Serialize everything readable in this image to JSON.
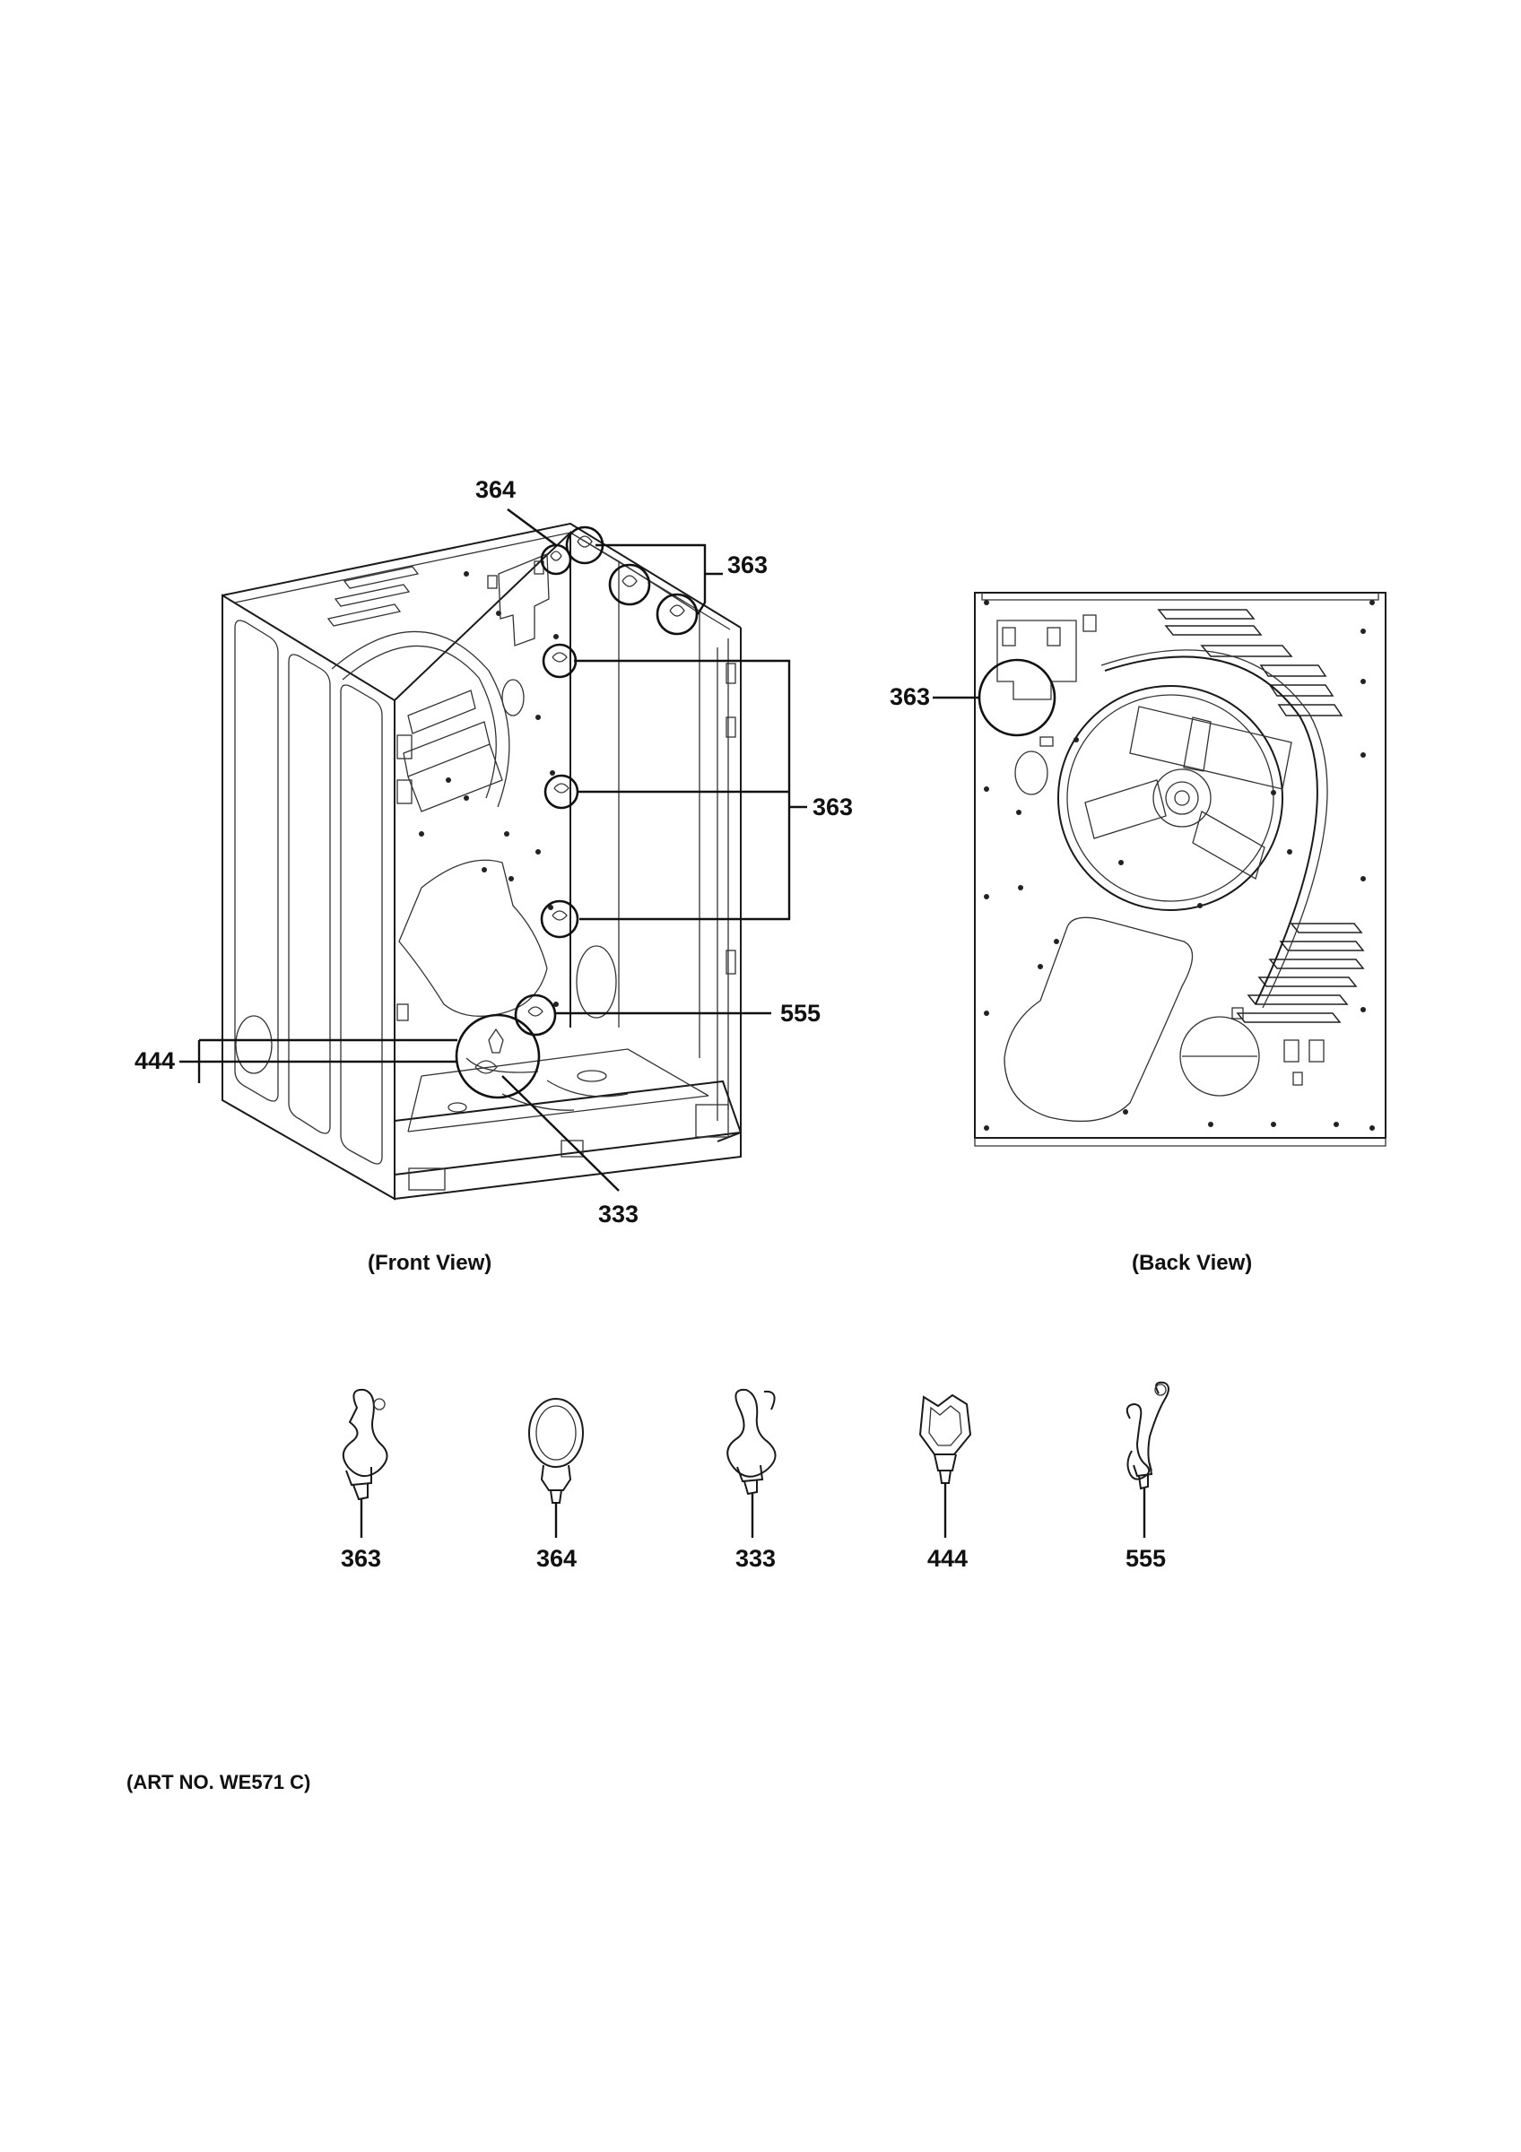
{
  "views": {
    "front_caption": "(Front View)",
    "back_caption": "(Back View)"
  },
  "callouts": {
    "front_364": "364",
    "front_363_top": "363",
    "front_363_mid": "363",
    "front_555": "555",
    "front_444": "444",
    "front_333": "333",
    "back_363": "363"
  },
  "parts": [
    {
      "number": "363",
      "icon": "clamp-363-icon"
    },
    {
      "number": "364",
      "icon": "ring-clamp-364-icon"
    },
    {
      "number": "333",
      "icon": "clamp-333-icon"
    },
    {
      "number": "444",
      "icon": "clip-444-icon"
    },
    {
      "number": "555",
      "icon": "clamp-555-icon"
    }
  ],
  "art_number": "(ART NO. WE571 C)"
}
